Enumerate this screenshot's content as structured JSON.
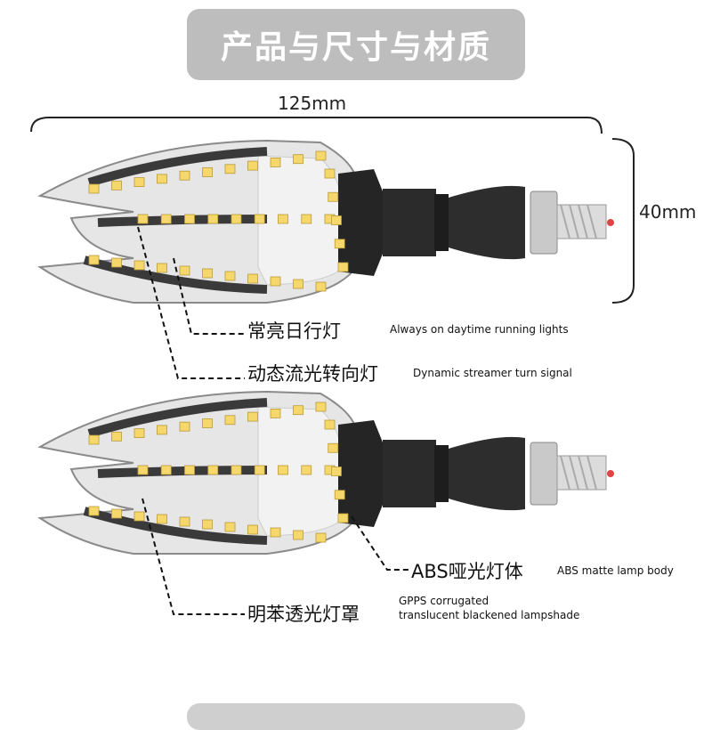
{
  "header": {
    "title": "产品与尺寸与材质"
  },
  "dimensions": {
    "length": "125mm",
    "height": "40mm"
  },
  "callouts": [
    {
      "cn": "常亮日行灯",
      "en": "Always on daytime running lights"
    },
    {
      "cn": "动态流光转向灯",
      "en": "Dynamic streamer turn signal"
    },
    {
      "cn": "ABS哑光灯体",
      "en": "ABS matte lamp body"
    },
    {
      "cn": "明苯透光灯罩",
      "en_line1": "GPPS corrugated",
      "en_line2": "translucent blackened lampshade"
    }
  ],
  "colors": {
    "banner": "#bdbdbd",
    "led": "#f6d76b",
    "body": "#2a2a2a"
  }
}
